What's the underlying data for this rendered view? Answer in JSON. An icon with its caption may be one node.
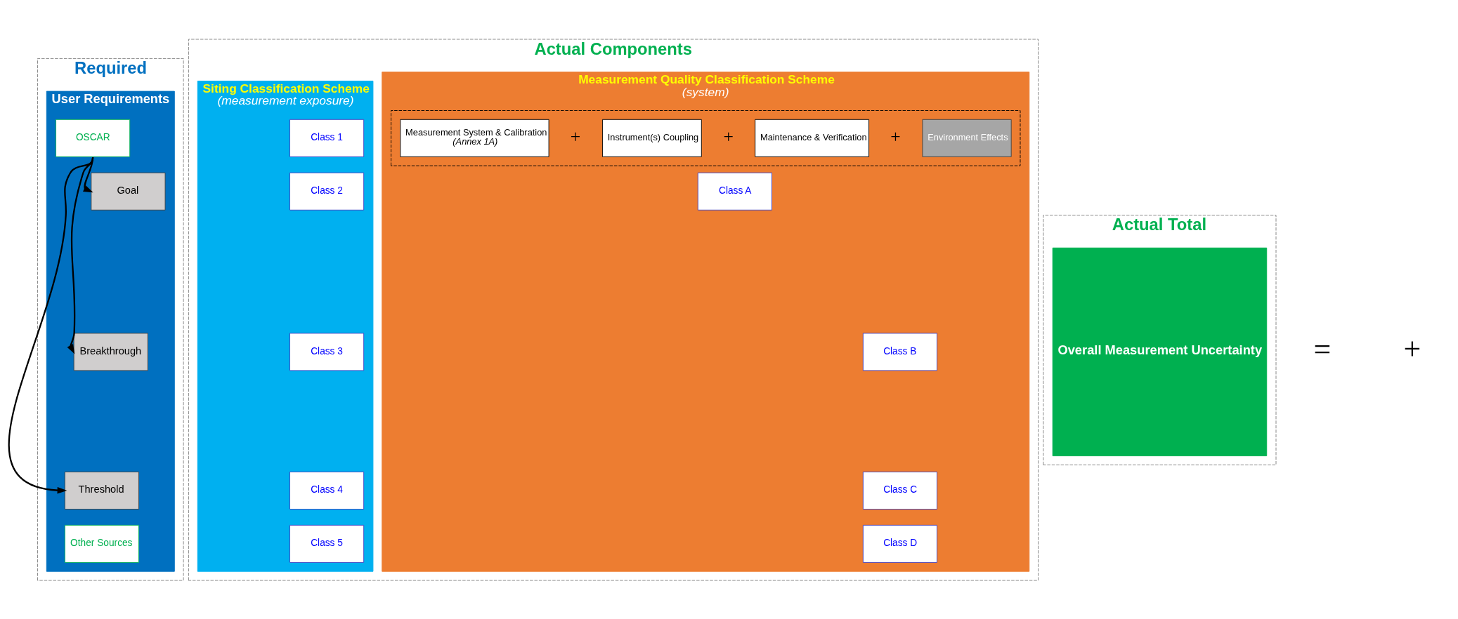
{
  "diagram": {
    "nodes": [
      {
        "text": [
          "Required"
        ]
      },
      {
        "text": [
          "User Requirements"
        ],
        "in": 0
      },
      {
        "text": [
          "OSCAR"
        ],
        "in": 1
      },
      {
        "text": [
          "Goal"
        ],
        "in": 1
      },
      {
        "text": [
          "Breakthrough"
        ],
        "in": 1
      },
      {
        "text": [
          "Threshold"
        ],
        "in": 1
      },
      {
        "text": [
          "Other Sources"
        ],
        "in": 1
      },
      {
        "text": [
          "Actual Components"
        ]
      },
      {
        "text": [
          "Measurement Quality Classification Scheme",
          "(system)"
        ],
        "in": 7
      },
      {
        "text": [],
        "shape": "box",
        "in": 8
      },
      {
        "text": [
          "Measurement System & Calibration",
          "(Annex 1A)"
        ],
        "in": 9
      },
      {
        "text": [
          "Instrument(s) Coupling"
        ],
        "in": 9
      },
      {
        "text": [
          "Maintenance & Verification"
        ],
        "in": 9
      },
      {
        "text": [
          "Environment Effects"
        ],
        "in": 9
      },
      {
        "text": [
          "Class A"
        ],
        "in": 8
      },
      {
        "text": [
          "Class B"
        ],
        "in": 8
      },
      {
        "text": [
          "Class C"
        ],
        "in": 8
      },
      {
        "text": [
          "Class D"
        ],
        "in": 8
      },
      {
        "text": [
          "Siting Classification Scheme",
          "(measurement exposure)"
        ],
        "in": 7
      },
      {
        "text": [
          "Class 1"
        ],
        "in": 18
      },
      {
        "text": [
          "Class 2"
        ],
        "in": 18
      },
      {
        "text": [
          "Class 3"
        ],
        "in": 18
      },
      {
        "text": [
          "Class 4"
        ],
        "in": 18
      },
      {
        "text": [
          "Class 5"
        ],
        "in": 18
      },
      {
        "text": [
          "Actual Total"
        ]
      },
      {
        "text": [
          "Overall Measurement Uncertainty"
        ],
        "in": 24
      }
    ],
    "edges": [
      {
        "from": 2,
        "to": 3,
        "arrow": "to"
      },
      {
        "from": 2,
        "to": 4,
        "arrow": "to"
      },
      {
        "from": 2,
        "to": 5,
        "arrow": "to"
      }
    ],
    "labels": [
      "+",
      "+",
      "+",
      "+",
      "="
    ]
  }
}
